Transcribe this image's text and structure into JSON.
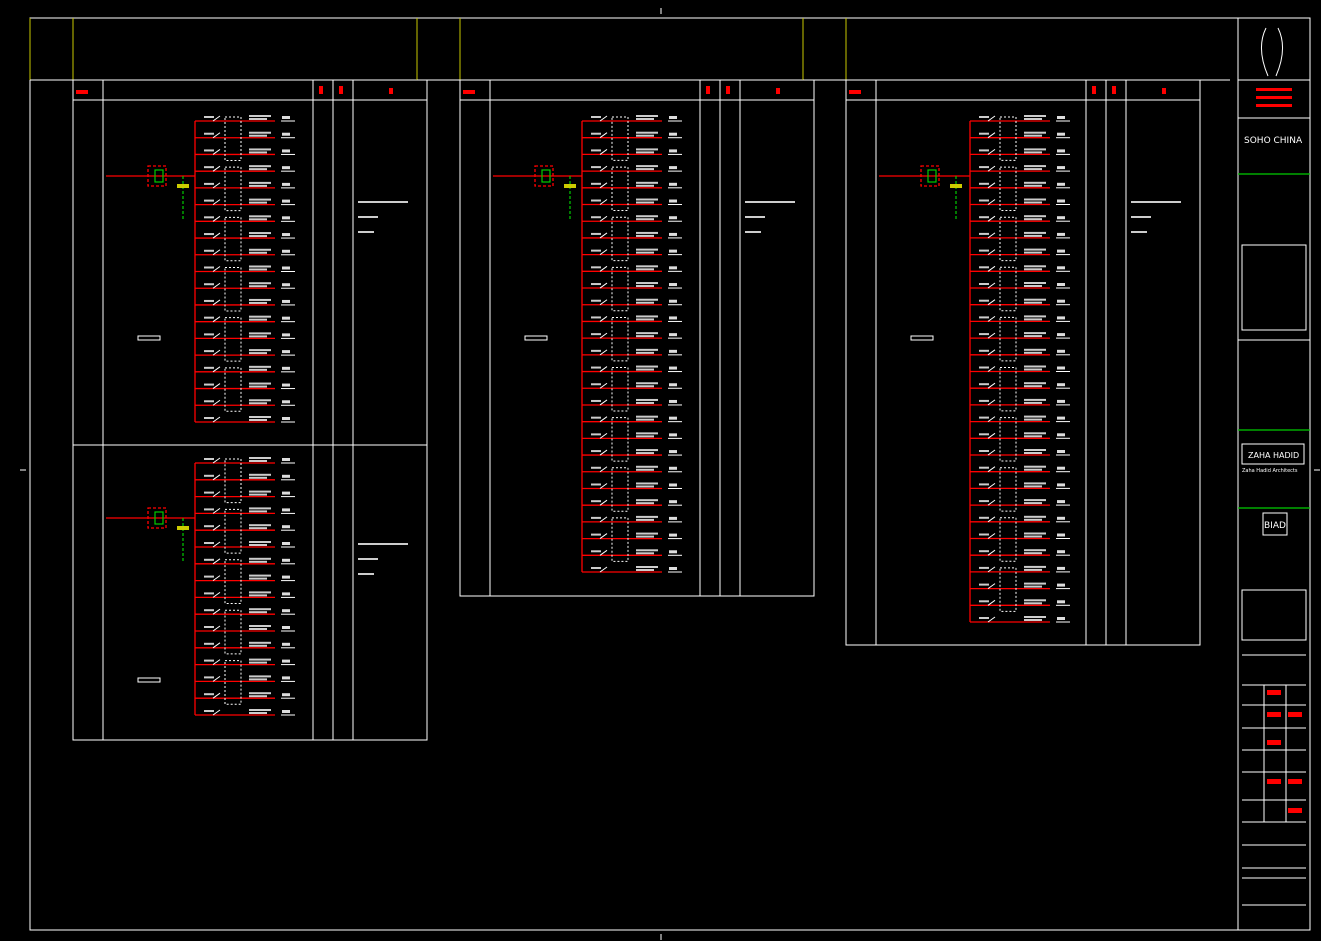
{
  "title_block": {
    "client_logo": "SOHO CHINA",
    "architect_logo": "ZAHA HADID",
    "architect_name": "Zaha Hadid Architects",
    "design_institute_logo": "BIAD"
  },
  "colors": {
    "background": "#000000",
    "frame": "#ffffff",
    "circuit": "#ff0000",
    "accent": "#00cc00",
    "header": "#c8c800"
  },
  "panels": [
    {
      "id": "panel-1",
      "sections": [
        {
          "circuits": 19
        },
        {
          "circuits": 16
        }
      ]
    },
    {
      "id": "panel-2",
      "sections": [
        {
          "circuits": 28
        }
      ]
    },
    {
      "id": "panel-3",
      "sections": [
        {
          "circuits": 31
        }
      ]
    }
  ]
}
